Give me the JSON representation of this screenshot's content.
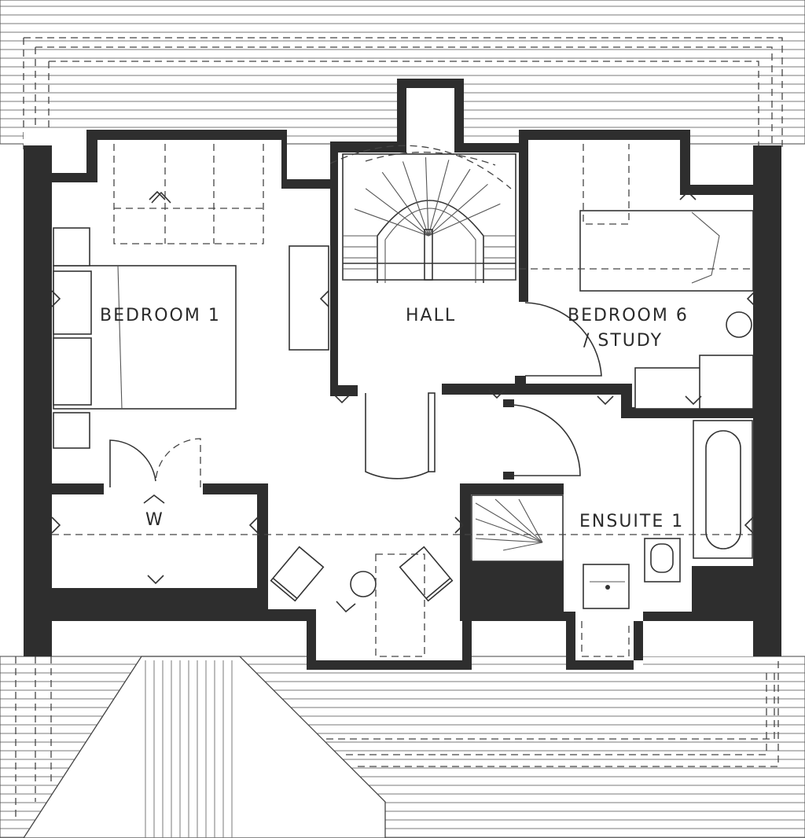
{
  "rooms": {
    "bedroom1": "BEDROOM 1",
    "hall": "HALL",
    "bedroom6_line1": "BEDROOM 6",
    "bedroom6_line2": "/  STUDY",
    "ensuite1": "ENSUITE 1",
    "wardrobe": "W"
  },
  "colors": {
    "wall": "#2e2e2e",
    "line": "#333333",
    "roof_hatch": "#7a7a7a",
    "background": "#ffffff"
  }
}
